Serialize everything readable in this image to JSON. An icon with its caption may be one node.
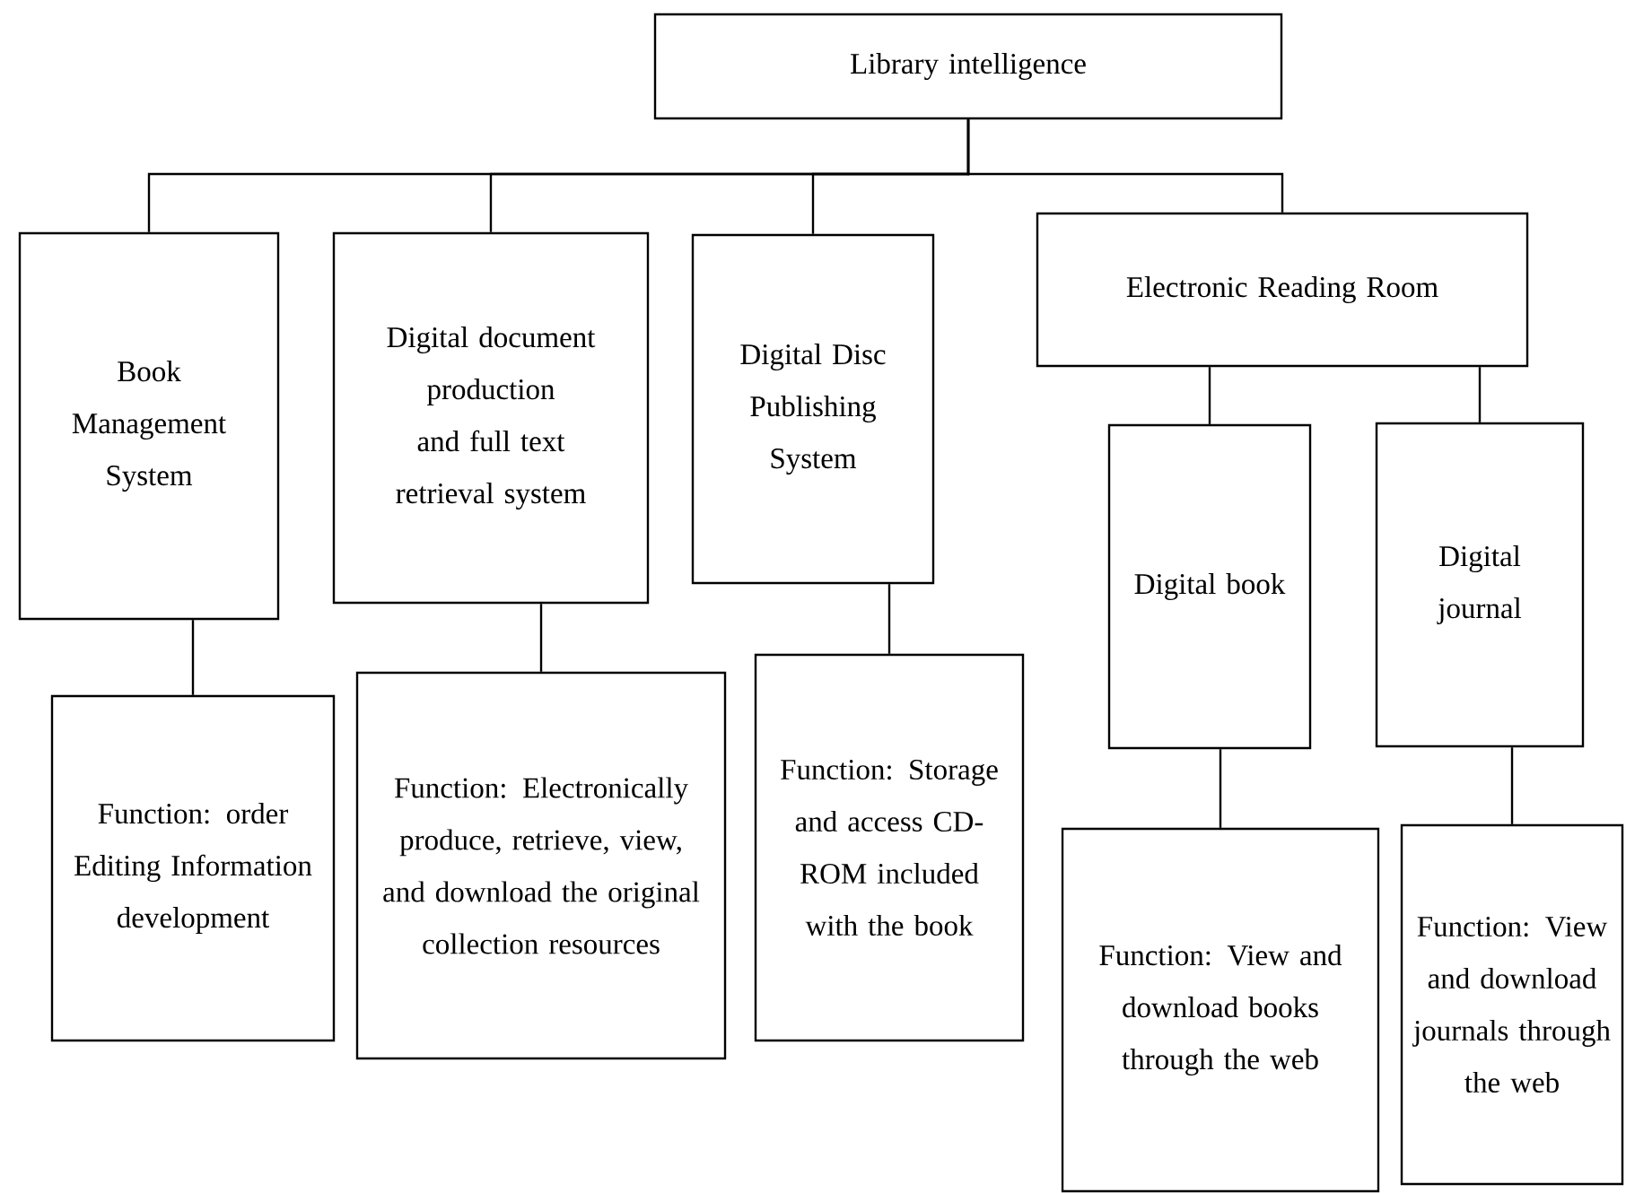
{
  "diagram": {
    "nodes": [
      {
        "text": [
          "Library intelligence"
        ]
      },
      {
        "text": [
          "Book Management System"
        ]
      },
      {
        "text": [
          "Digital document production and full text retrieval system"
        ]
      },
      {
        "text": [
          "Digital Disc Publishing System"
        ]
      },
      {
        "text": [
          "Electronic Reading Room"
        ]
      },
      {
        "text": [
          "Function: order Editing Information development"
        ]
      },
      {
        "text": [
          "Function: Electronically produce, retrieve, view, and download the original collection resources"
        ]
      },
      {
        "text": [
          "Function: Storage and access CD-ROM included with the book"
        ]
      },
      {
        "text": [
          "Digital book"
        ]
      },
      {
        "text": [
          "Digital journal"
        ]
      },
      {
        "text": [
          "Function: View and download books through the web"
        ]
      },
      {
        "text": [
          "Function: View and download journals through the web"
        ]
      }
    ],
    "edges": [
      {
        "from": 0,
        "to": 1,
        "arrow": "none"
      },
      {
        "from": 0,
        "to": 2,
        "arrow": "none"
      },
      {
        "from": 0,
        "to": 3,
        "arrow": "none"
      },
      {
        "from": 0,
        "to": 4,
        "arrow": "none"
      },
      {
        "from": 1,
        "to": 5,
        "arrow": "none"
      },
      {
        "from": 2,
        "to": 6,
        "arrow": "none"
      },
      {
        "from": 3,
        "to": 7,
        "arrow": "none"
      },
      {
        "from": 4,
        "to": 8,
        "arrow": "none"
      },
      {
        "from": 4,
        "to": 9,
        "arrow": "none"
      },
      {
        "from": 8,
        "to": 10,
        "arrow": "none"
      },
      {
        "from": 9,
        "to": 11,
        "arrow": "none"
      }
    ]
  }
}
